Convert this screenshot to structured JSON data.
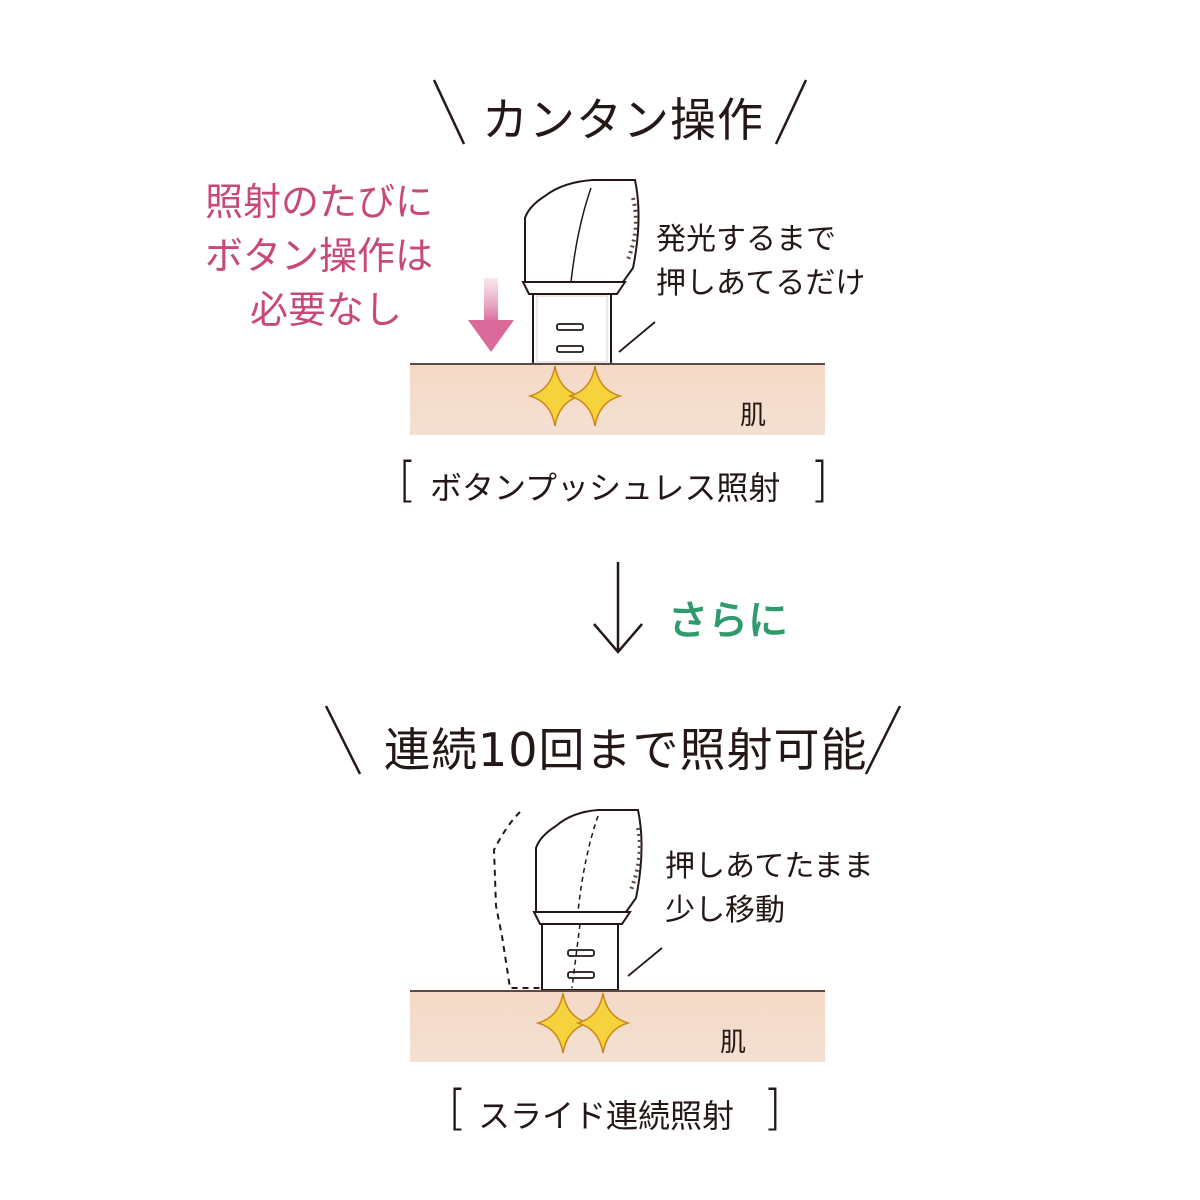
{
  "section1": {
    "heading": "カンタン操作",
    "side_text_lines": [
      "照射のたびに",
      "ボタン操作は",
      "必要なし"
    ],
    "note_lines": [
      "発光するまで",
      "押しあてるだけ"
    ],
    "skin_label": "肌",
    "caption": "ボタンプッシュレス照射"
  },
  "transition": {
    "label": "さらに"
  },
  "section2": {
    "heading": "連続10回まで照射可能",
    "note_lines": [
      "押しあてたまま",
      "少し移動"
    ],
    "skin_label": "肌",
    "caption": "スライド連続照射"
  },
  "colors": {
    "accent_pink": "#c9487a",
    "accent_green": "#2e9a6e",
    "skin": "#f5d9c6",
    "sparkle": "#f6d23c"
  }
}
